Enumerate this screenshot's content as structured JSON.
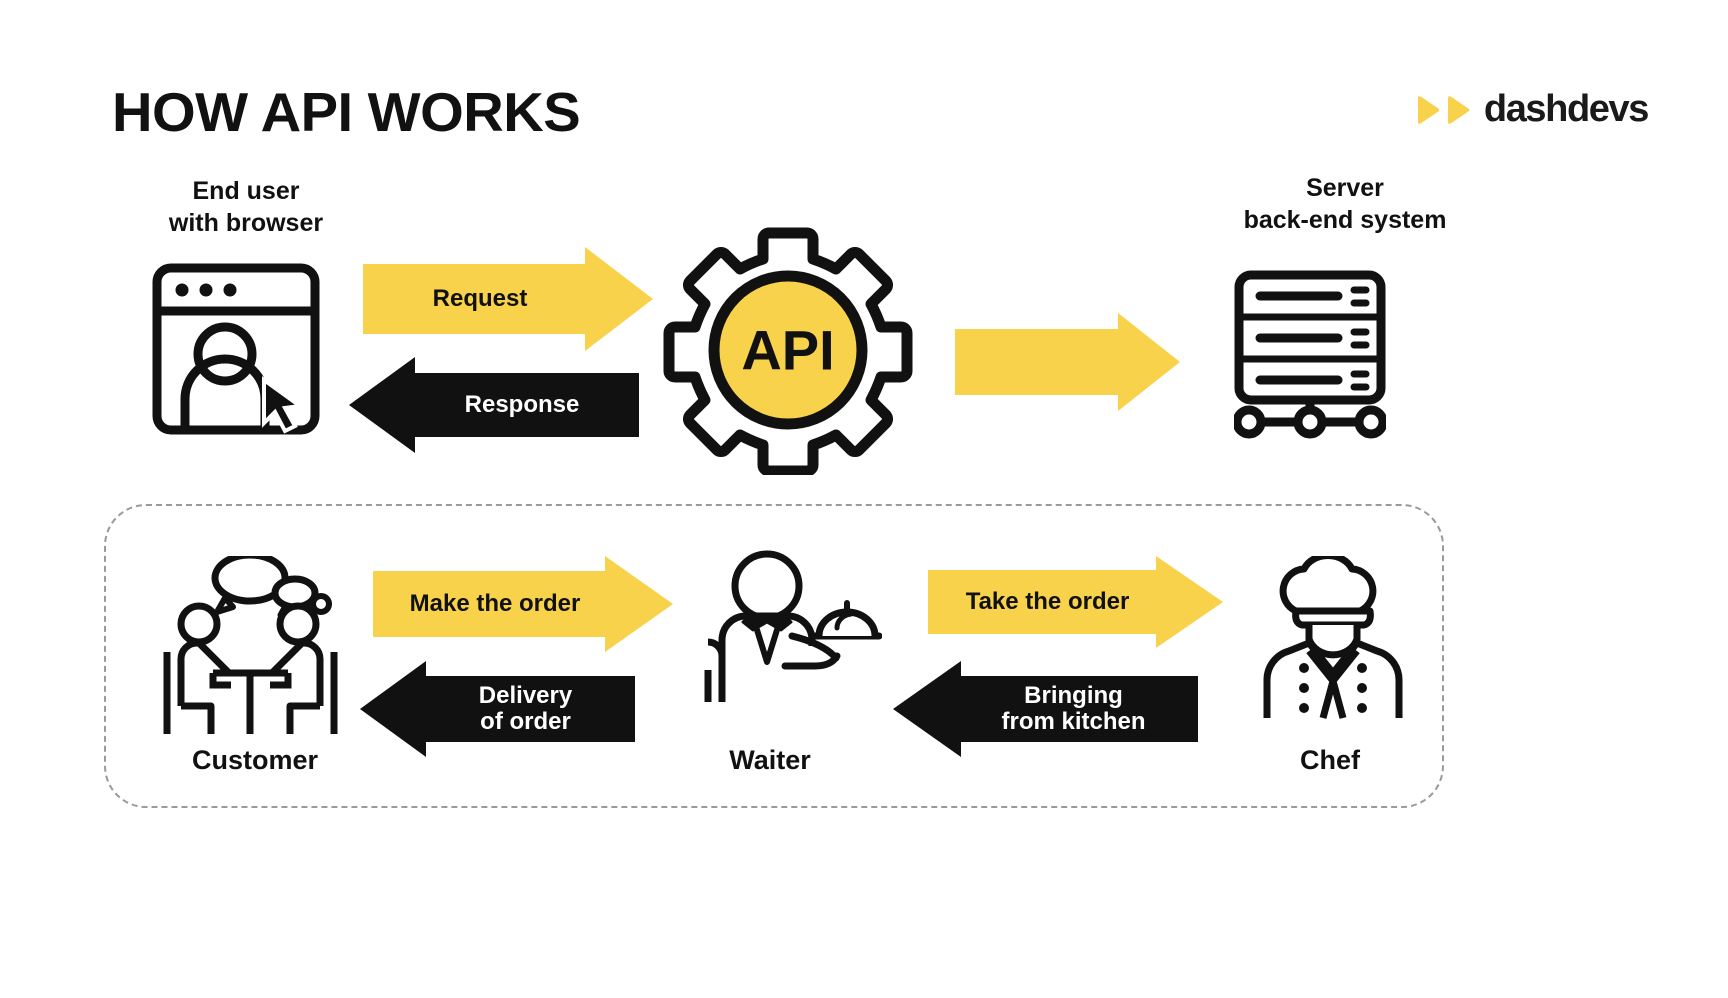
{
  "header": {
    "title": "HOW API WORKS",
    "logo_word": "dashdevs",
    "logo_mark": "double-play-triangles"
  },
  "colors": {
    "yellow": "#F7D24A",
    "black": "#111111",
    "white": "#FFFFFF",
    "dashed_border": "#9A9A9A"
  },
  "technical_row": {
    "left_caption": "End user\nwith browser",
    "right_caption": "Server\nback-end system",
    "center_label": "API",
    "arrows": [
      {
        "label": "Request",
        "direction": "right",
        "style": "yellow"
      },
      {
        "label": "Response",
        "direction": "left",
        "style": "black"
      },
      {
        "label": "",
        "direction": "right",
        "style": "yellow"
      }
    ]
  },
  "analogy_row": {
    "roles": [
      {
        "label": "Customer",
        "icon": "two-people-at-table-talking-icon"
      },
      {
        "label": "Waiter",
        "icon": "waiter-with-tray-icon"
      },
      {
        "label": "Chef",
        "icon": "chef-icon"
      }
    ],
    "arrows": [
      {
        "label": "Make the order",
        "direction": "right",
        "style": "yellow"
      },
      {
        "label": "Delivery\nof order",
        "direction": "left",
        "style": "black"
      },
      {
        "label": "Take the order",
        "direction": "right",
        "style": "yellow"
      },
      {
        "label": "Bringing\nfrom kitchen",
        "direction": "left",
        "style": "black"
      }
    ]
  }
}
